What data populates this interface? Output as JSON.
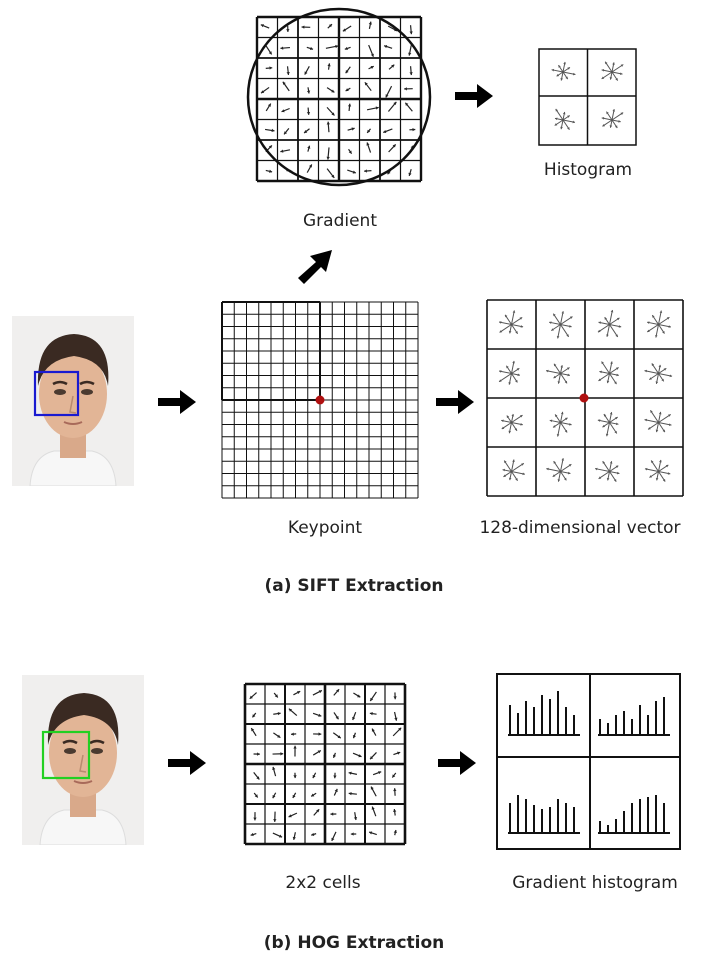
{
  "sift": {
    "caption_gradient": "Gradient",
    "caption_histogram": "Histogram",
    "caption_keypoint": "Keypoint",
    "caption_vector": "128-dimensional vector",
    "section_title": "(a) SIFT Extraction"
  },
  "hog": {
    "caption_cells": "2x2 cells",
    "caption_histogram": "Gradient histogram",
    "section_title": "(b) HOG Extraction"
  },
  "colors": {
    "keypoint": "#b01010",
    "sift_face_box": "#1a1ad0",
    "hog_face_box": "#22d022",
    "line": "#111111"
  },
  "icons": [
    "arrow-right-icon",
    "arrow-up-right-icon",
    "face-photo"
  ]
}
